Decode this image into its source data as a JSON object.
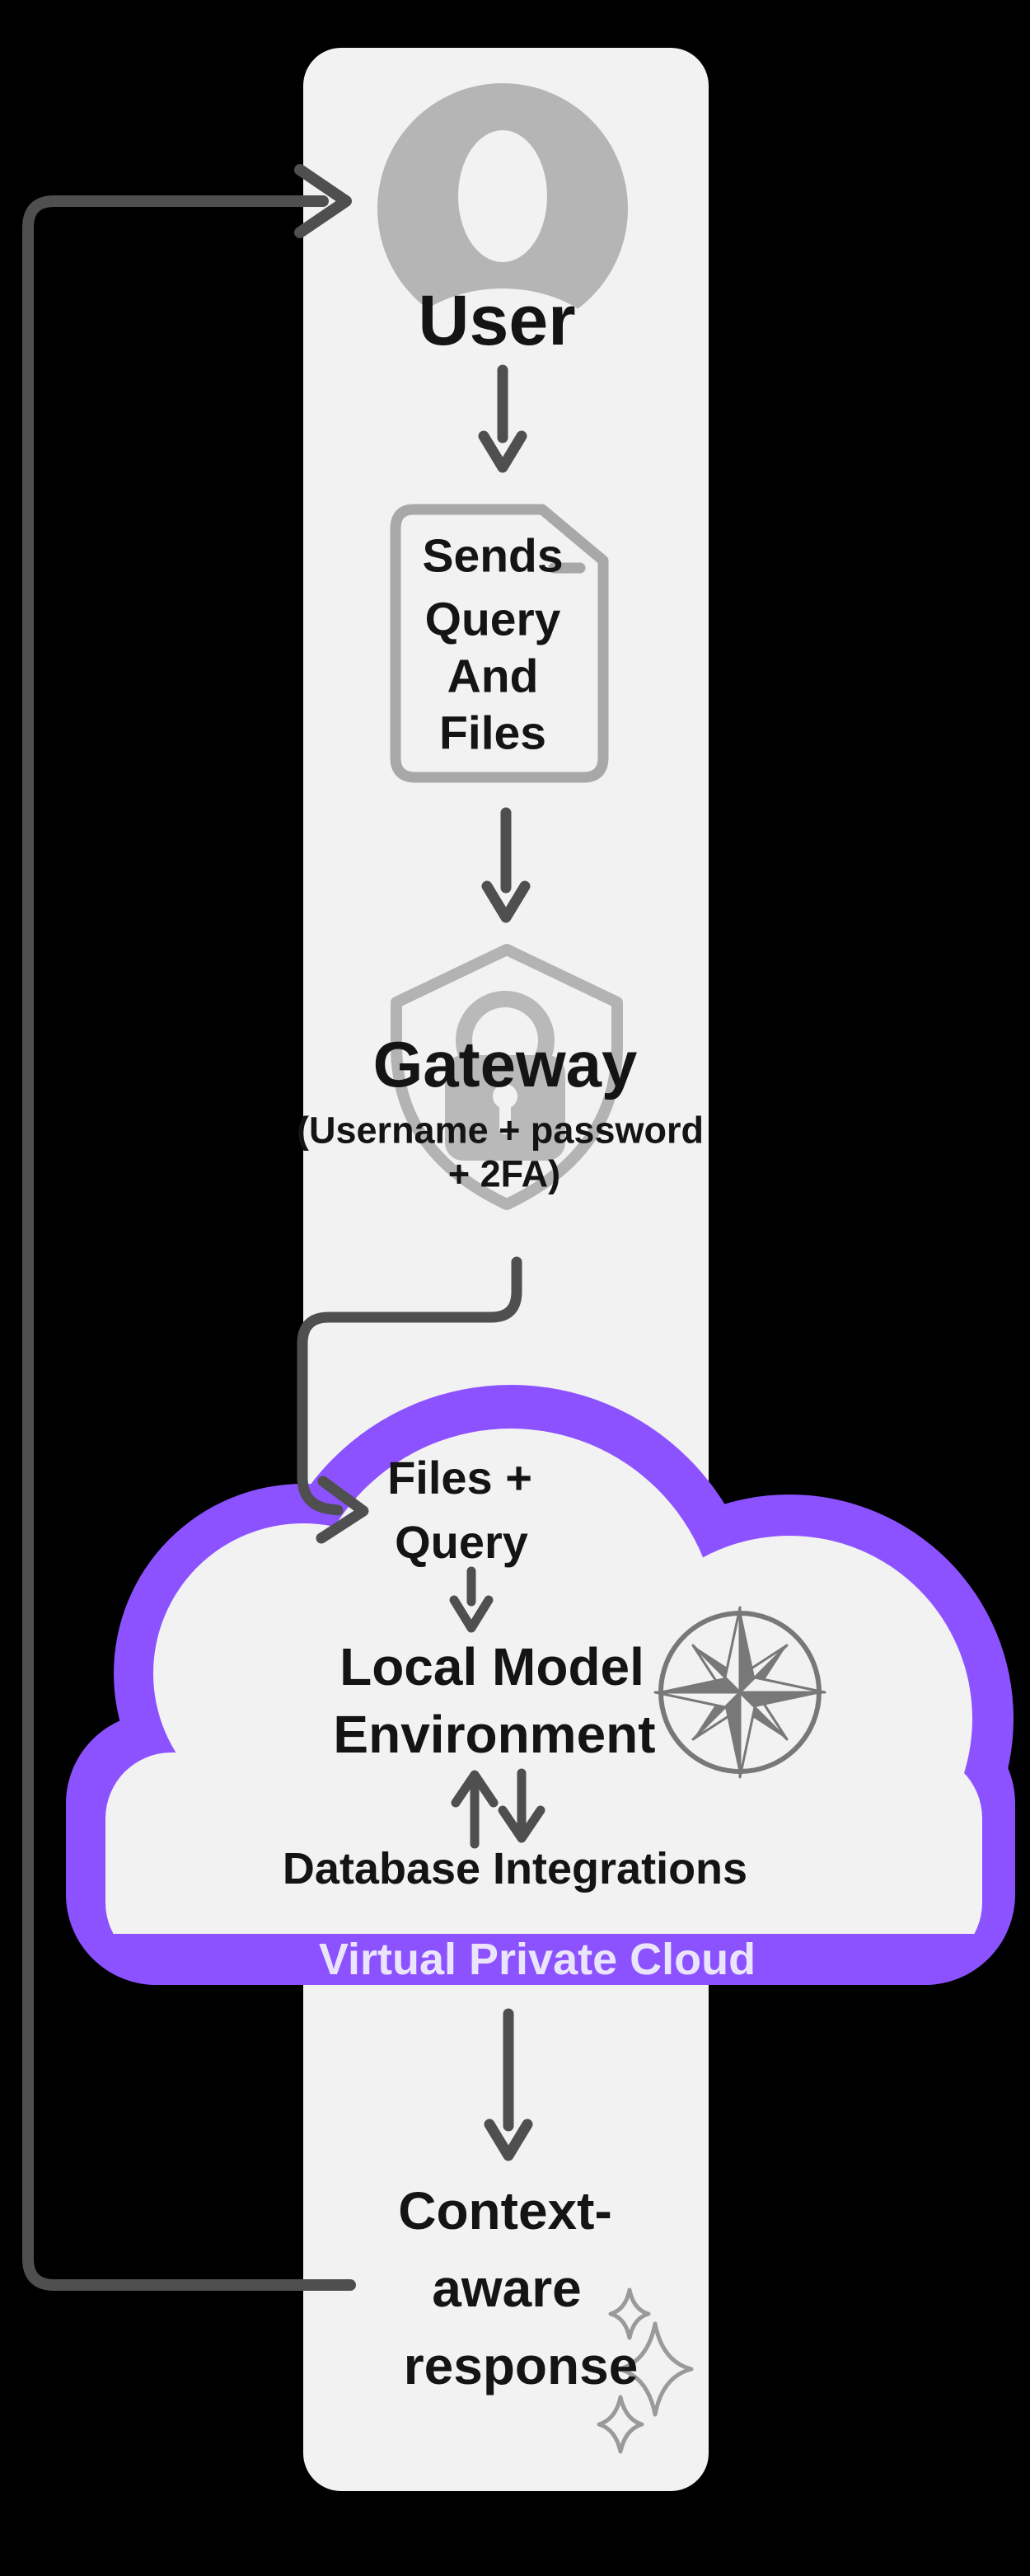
{
  "colors": {
    "background": "#000000",
    "panel": "#f2f2f2",
    "cloud_purple": "#8c52ff",
    "band_text": "#ebe5fb",
    "arrow_gray": "#4f4f4f",
    "avatar_gray": "#b5b5b5",
    "document_outline_gray": "#a8a8a8",
    "shield_gray": "#b3b3b3",
    "lock_gray": "#b9b9b9",
    "compass_gray": "#787878",
    "sparkle_gray": "#9a9a9a",
    "text": "#141414"
  },
  "nodes": {
    "user": {
      "label": "User"
    },
    "document": {
      "line1": "Sends",
      "line2": "Query",
      "line3": "And",
      "line4": "Files"
    },
    "gateway": {
      "title": "Gateway",
      "auth_line1": "(Username + password",
      "auth_line2": "+ 2FA)"
    },
    "cloud": {
      "payload_line1": "Files +",
      "payload_line2": "Query",
      "model_line1": "Local Model",
      "model_line2": "Environment",
      "database_label": "Database Integrations",
      "band_label": "Virtual Private Cloud"
    },
    "response": {
      "line1": "Context-",
      "line2": "aware",
      "line3": "response"
    }
  }
}
